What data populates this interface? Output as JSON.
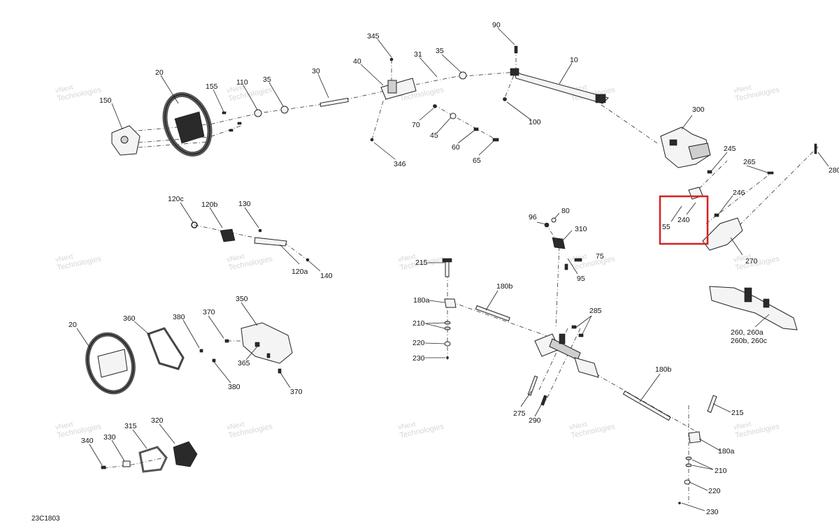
{
  "diagram_id": "23C1803",
  "watermark": [
    "vNext",
    "Technologies"
  ],
  "highlight_color": "#d9201f",
  "callouts": {
    "c10": "10",
    "c20a": "20",
    "c20b": "20",
    "c30": "30",
    "c31": "31",
    "c35a": "35",
    "c35b": "35",
    "c40": "40",
    "c45": "45",
    "c55": "55",
    "c60": "60",
    "c65": "65",
    "c70": "70",
    "c75": "75",
    "c80": "80",
    "c90": "90",
    "c95": "95",
    "c96": "96",
    "c100": "100",
    "c110": "110",
    "c120a": "120a",
    "c120b": "120b",
    "c120c": "120c",
    "c130": "130",
    "c140": "140",
    "c150": "150",
    "c155": "155",
    "c180a1": "180a",
    "c180a2": "180a",
    "c180b1": "180b",
    "c180b2": "180b",
    "c210a": "210",
    "c210b": "210",
    "c215a": "215",
    "c215b": "215",
    "c220a": "220",
    "c220b": "220",
    "c230a": "230",
    "c230b": "230",
    "c240": "240",
    "c245": "245",
    "c246": "246",
    "c260a": "260, 260a",
    "c260b": "260b, 260c",
    "c265": "265",
    "c270": "270",
    "c275": "275",
    "c280": "280",
    "c285": "285",
    "c290": "290",
    "c300": "300",
    "c310": "310",
    "c315": "315",
    "c320": "320",
    "c330": "330",
    "c340": "340",
    "c345": "345",
    "c346": "346",
    "c350": "350",
    "c360": "360",
    "c365": "365",
    "c370a": "370",
    "c370b": "370",
    "c380a": "380",
    "c380b": "380"
  }
}
